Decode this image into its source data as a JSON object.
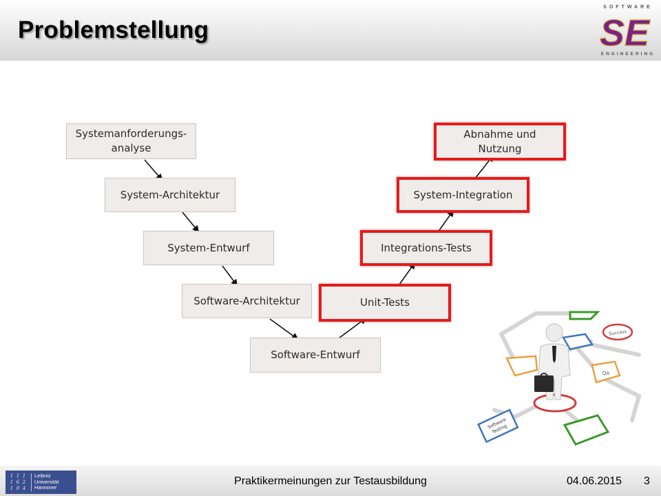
{
  "slide": {
    "title": "Problemstellung",
    "logo_top_text": "SOFTWARE",
    "logo_letters": "SE",
    "logo_bottom_text": "ENGINEERING"
  },
  "vmodel": {
    "steps": [
      {
        "id": "systemanforderungsanalyse",
        "lines": [
          "Systemanforderungs-",
          "analyse"
        ],
        "highlighted": false
      },
      {
        "id": "system-architektur",
        "lines": [
          "System-Architektur"
        ],
        "highlighted": false
      },
      {
        "id": "system-entwurf",
        "lines": [
          "System-Entwurf"
        ],
        "highlighted": false
      },
      {
        "id": "software-architektur",
        "lines": [
          "Software-Architektur"
        ],
        "highlighted": false
      },
      {
        "id": "software-entwurf",
        "lines": [
          "Software-Entwurf"
        ],
        "highlighted": false
      },
      {
        "id": "unit-tests",
        "lines": [
          "Unit-Tests"
        ],
        "highlighted": true
      },
      {
        "id": "integrations-tests",
        "lines": [
          "Integrations-Tests"
        ],
        "highlighted": true
      },
      {
        "id": "system-integration",
        "lines": [
          "System-Integration"
        ],
        "highlighted": true
      },
      {
        "id": "abnahme-und-nutzung",
        "lines": [
          "Abnahme und",
          "Nutzung"
        ],
        "highlighted": true
      }
    ],
    "highlight_color": "#e41b1b"
  },
  "illustration": {
    "icon": "businessman-flowchart-illustration",
    "labels": {
      "success": "Success",
      "qa": "QA",
      "testing_line1": "Software",
      "testing_line2": "Testing"
    }
  },
  "footer": {
    "university_lines": [
      "Leibniz",
      "Universität",
      "Hannover"
    ],
    "text": "Praktikermeinungen zur Testausbildung",
    "date": "04.06.2015",
    "page_number": "3"
  }
}
